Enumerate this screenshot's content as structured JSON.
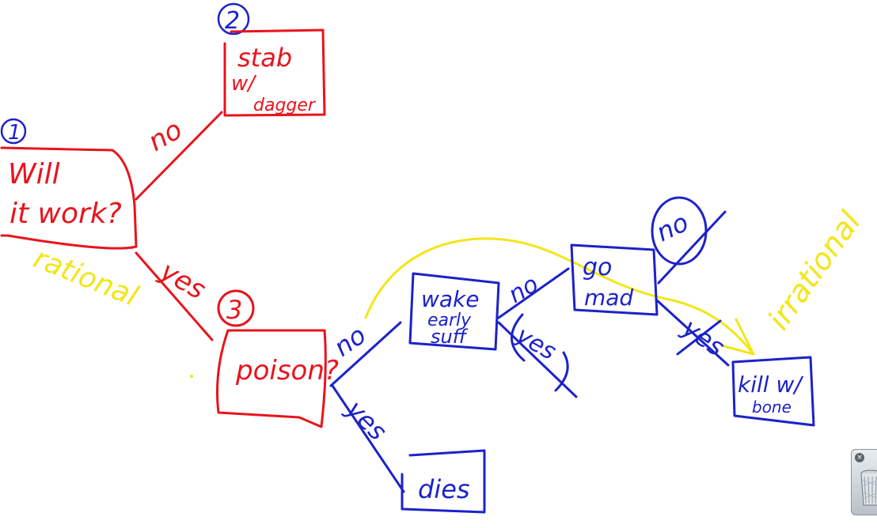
{
  "colors": {
    "red": "#e8141c",
    "blue": "#1c22c8",
    "yellow": "#f2e619"
  },
  "nodes": {
    "n1": {
      "num": "1",
      "lines": [
        "Will",
        "it work?"
      ]
    },
    "n2": {
      "num": "2",
      "lines": [
        "stab",
        "w/",
        "dagger"
      ]
    },
    "n3": {
      "num": "3",
      "lines": [
        "poison?"
      ]
    },
    "wake": {
      "lines": [
        "wake",
        "early",
        "suff"
      ]
    },
    "go": {
      "lines": [
        "go",
        "mad"
      ]
    },
    "kill": {
      "lines": [
        "kill w/",
        "bone"
      ]
    },
    "dies": {
      "lines": [
        "dies"
      ]
    }
  },
  "edges": {
    "e_no_top": "no",
    "e_yes_poison": "yes",
    "e_no_wake": "no",
    "e_yes_dies": "yes",
    "e_no_go": "no",
    "e_yes_wake": "yes",
    "e_no_circled": "no",
    "e_yes_kill": "yes"
  },
  "annotations": {
    "rational": "rational",
    "irrational": "irrational"
  },
  "dock": {
    "trash_icon": "trash-icon",
    "close_glyph": "×"
  }
}
